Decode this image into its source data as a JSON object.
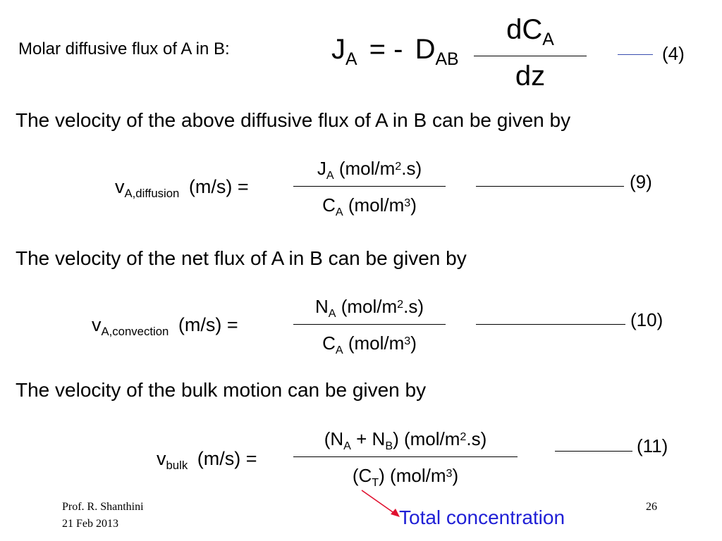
{
  "eq4": {
    "intro": "Molar diffusive flux of A in B:",
    "lhs_J": "J",
    "lhs_J_sub": "A",
    "eq_minus": "= -",
    "rhs_D": "D",
    "rhs_D_sub": "AB",
    "num_d": "dC",
    "num_sub": "A",
    "den": "dz",
    "number": "(4)"
  },
  "para1": "The velocity of the above diffusive flux of A in B can be given by",
  "eq9": {
    "lhs_v": "v",
    "lhs_sub": "A,diffusion",
    "lhs_units": "(m/s) =",
    "num_main": "J",
    "num_sub": "A",
    "num_units_a": "(mol/m",
    "num_units_sup": "2",
    "num_units_b": ".s)",
    "den_main": "C",
    "den_sub": "A",
    "den_units_a": "(mol/m",
    "den_units_sup": "3",
    "den_units_b": ")",
    "number": "(9)"
  },
  "para2": "The velocity of the net flux of A in B can be given by",
  "eq10": {
    "lhs_v": "v",
    "lhs_sub": "A,convection",
    "lhs_units": "(m/s) =",
    "num_main": "N",
    "num_sub": "A",
    "num_units_a": "(mol/m",
    "num_units_sup": "2",
    "num_units_b": ".s)",
    "den_main": "C",
    "den_sub": "A",
    "den_units_a": "(mol/m",
    "den_units_sup": "3",
    "den_units_b": ")",
    "number": "(10)"
  },
  "para3": "The velocity of the bulk motion can be given by",
  "eq11": {
    "lhs_v": "v",
    "lhs_sub": "bulk",
    "lhs_units": "(m/s) =",
    "num_open": "(N",
    "num_sub1": "A",
    "num_plus": "+ N",
    "num_sub2": "B",
    "num_close": ")",
    "num_units_a": "(mol/m",
    "num_units_sup": "2",
    "num_units_b": ".s)",
    "den_open": "(C",
    "den_sub": "T",
    "den_close": ")",
    "den_units_a": "(mol/m",
    "den_units_sup": "3",
    "den_units_b": ")",
    "number": "(11)"
  },
  "annotation": {
    "text": "Total concentration",
    "color": "#1f1fd6",
    "arrow_color": "#e0102f"
  },
  "footer": {
    "author": "Prof. R. Shanthini",
    "date": "21 Feb 2013",
    "page": "26"
  }
}
